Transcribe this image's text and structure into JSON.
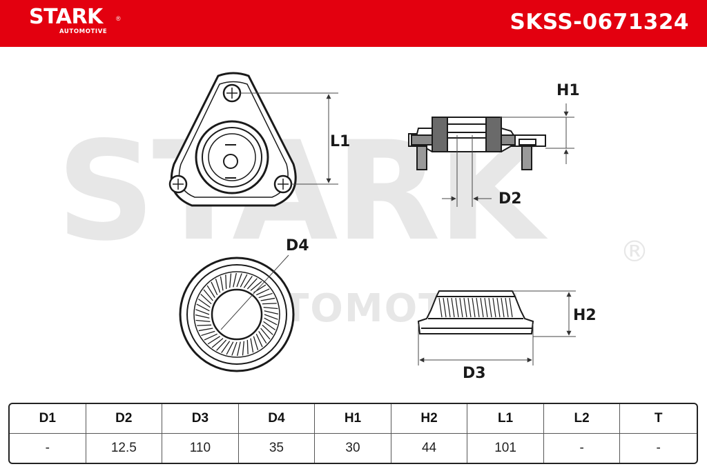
{
  "header": {
    "brand": "STARK",
    "brand_sub": "AUTOMOTIVE",
    "brand_reg": "®",
    "part_number": "SKSS-0671324",
    "color": "#e3000f"
  },
  "watermark": {
    "main": "STARK",
    "sub": "AUTOMOTIVE",
    "reg": "®"
  },
  "diagram_labels": {
    "l1": "L1",
    "h1": "H1",
    "d2": "D2",
    "d4": "D4",
    "h2": "H2",
    "d3": "D3"
  },
  "table": {
    "columns": [
      "D1",
      "D2",
      "D3",
      "D4",
      "H1",
      "H2",
      "L1",
      "L2",
      "T"
    ],
    "values": [
      "-",
      "12.5",
      "110",
      "35",
      "30",
      "44",
      "101",
      "-",
      "-"
    ]
  }
}
